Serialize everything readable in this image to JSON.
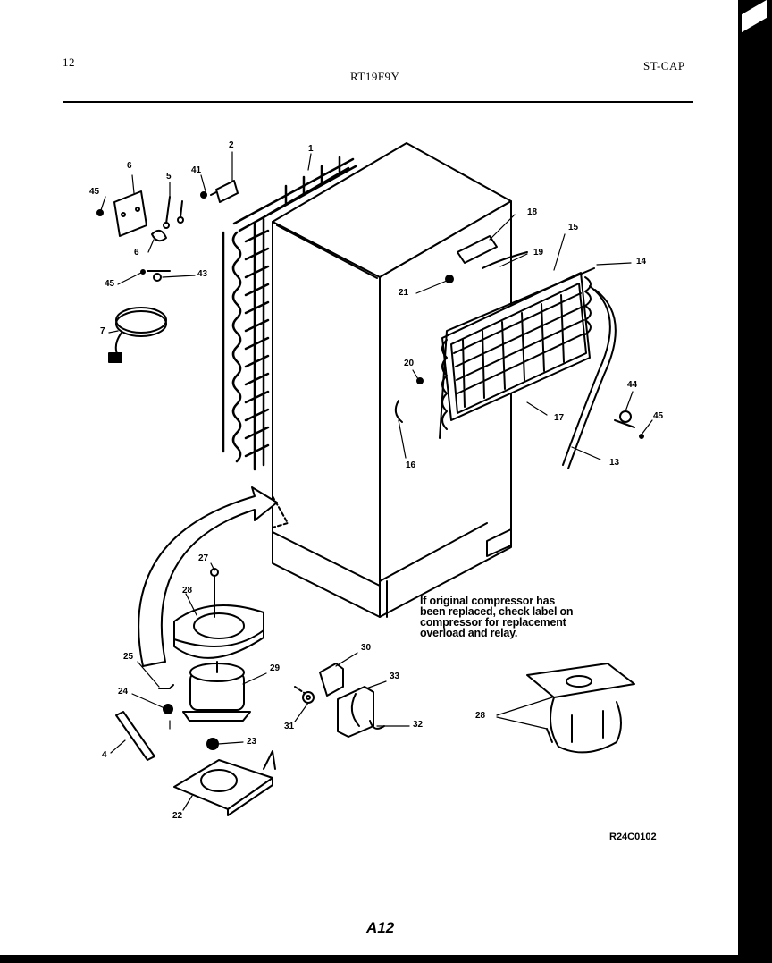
{
  "header": {
    "page_number": "12",
    "model": "RT19F9Y",
    "section": "ST-CAP"
  },
  "note": {
    "lines": [
      "If original compressor has",
      "been replaced, check label on",
      "compressor for replacement",
      "overload and relay."
    ]
  },
  "reference_code": "R24C0102",
  "footer_page": "A12",
  "callouts": {
    "c1": "1",
    "c2": "2",
    "c5": "5",
    "c6a": "6",
    "c6b": "6",
    "c7": "7",
    "c41": "41",
    "c43": "43",
    "c45a": "45",
    "c45b": "45",
    "c45c": "45",
    "c18": "18",
    "c19": "19",
    "c15": "15",
    "c14": "14",
    "c21": "21",
    "c20": "20",
    "c16": "16",
    "c17": "17",
    "c44": "44",
    "c13": "13",
    "c27": "27",
    "c28a": "28",
    "c25": "25",
    "c24": "24",
    "c29": "29",
    "c30": "30",
    "c33": "33",
    "c31": "31",
    "c32": "32",
    "c4": "4",
    "c23": "23",
    "c22": "22",
    "c28b": "28"
  }
}
